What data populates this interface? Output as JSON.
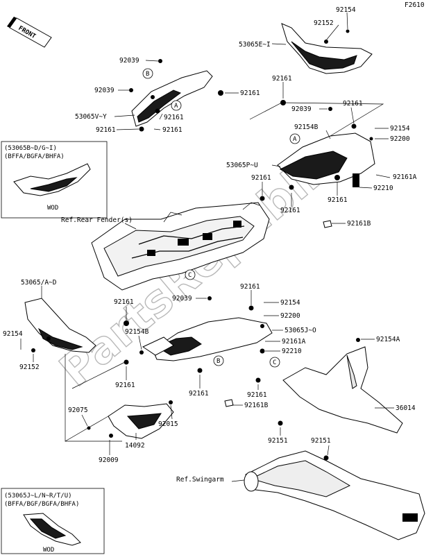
{
  "figure_code": "F2610",
  "watermark": "PartsRepublik",
  "front_label": "FRONT",
  "references": {
    "rear_fender": "Ref.Rear Fender(s)",
    "swingarm": "Ref.Swingarm"
  },
  "callouts": {
    "a": "A",
    "b": "B",
    "c": "C"
  },
  "inset_top": {
    "line1": "(53065B~D/G~I)",
    "line2": "(BFFA/BGFA/BHFA)",
    "caption": "WOD"
  },
  "inset_bottom": {
    "line1": "(53065J~L/N~R/T/U)",
    "line2": "(BFFA/BGF/BGFA/BHFA)",
    "caption": "WOD"
  },
  "part_labels": {
    "p92154_top": "92154",
    "p92152_top": "92152",
    "p53065e": "53065E~I",
    "p92039_a": "92039",
    "p92039_b": "92039",
    "p92161_a": "92161",
    "p53065v": "53065V~Y",
    "p92161_b": "92161",
    "p92161_c": "92161",
    "p92161_d": "92161",
    "p92161_e": "92161",
    "p92039_c": "92039",
    "p92161_f": "92161",
    "p92154b_a": "92154B",
    "p92154_r": "92154",
    "p92200_r": "92200",
    "p53065p": "53065P~U",
    "p92161a_r": "92161A",
    "p92161_g": "92161",
    "p92210_r": "92210",
    "p92161_h": "92161",
    "p92161_i": "92161",
    "p92161b_r": "92161B",
    "p53065a": "53065/A~D",
    "p92161_j": "92161",
    "p92039_d": "92039",
    "p92161_k": "92161",
    "p92154_m": "92154",
    "p92200_m": "92200",
    "p92154b_m": "92154B",
    "p53065j": "53065J~O",
    "p92154_l": "92154",
    "p92161a_m": "92161A",
    "p92210_m": "92210",
    "p92152_l": "92152",
    "p92154a": "92154A",
    "p92161_l": "92161",
    "p92161_m": "92161",
    "p92161_n": "92161",
    "p92161b_m": "92161B",
    "p36014": "36014",
    "p92075": "92075",
    "p92015": "92015",
    "p92151_a": "92151",
    "p92151_b": "92151",
    "p14092": "14092",
    "p92009": "92009"
  }
}
